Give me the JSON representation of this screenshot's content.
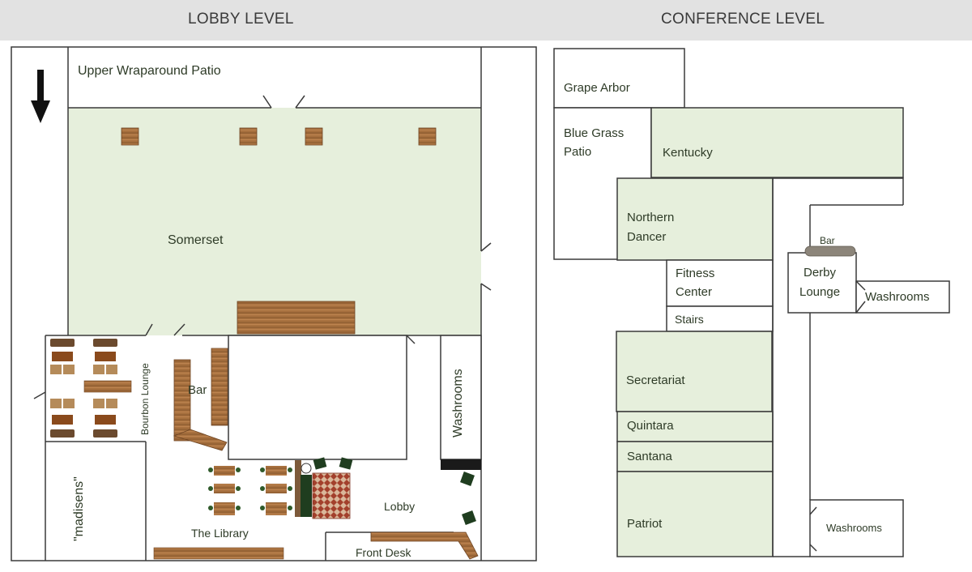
{
  "levels": {
    "lobby_title": "LOBBY LEVEL",
    "conference_title": "CONFERENCE LEVEL"
  },
  "lobby": {
    "upper_patio": "Upper Wraparound Patio",
    "somerset": "Somerset",
    "bourbon_lounge": "Bourbon Lounge",
    "bar": "Bar",
    "washrooms": "Washrooms",
    "madisens": "\"madisens\"",
    "library": "The Library",
    "lobby": "Lobby",
    "front_desk": "Front Desk"
  },
  "conference": {
    "grape_arbor": "Grape Arbor",
    "blue_grass_1": "Blue Grass",
    "blue_grass_2": "Patio",
    "kentucky": "Kentucky",
    "northern_1": "Northern",
    "northern_2": "Dancer",
    "fitness_1": "Fitness",
    "fitness_2": "Center",
    "stairs": "Stairs",
    "bar": "Bar",
    "derby_1": "Derby",
    "derby_2": "Lounge",
    "washrooms_upper": "Washrooms",
    "secretariat": "Secretariat",
    "quintara": "Quintara",
    "santana": "Santana",
    "patriot": "Patriot",
    "washrooms_lower": "Washrooms"
  },
  "colors": {
    "room_fill": "#e6efdc",
    "wall": "#3a3a3a",
    "wood": "#a0693b",
    "header_bg": "#e2e2e2"
  }
}
